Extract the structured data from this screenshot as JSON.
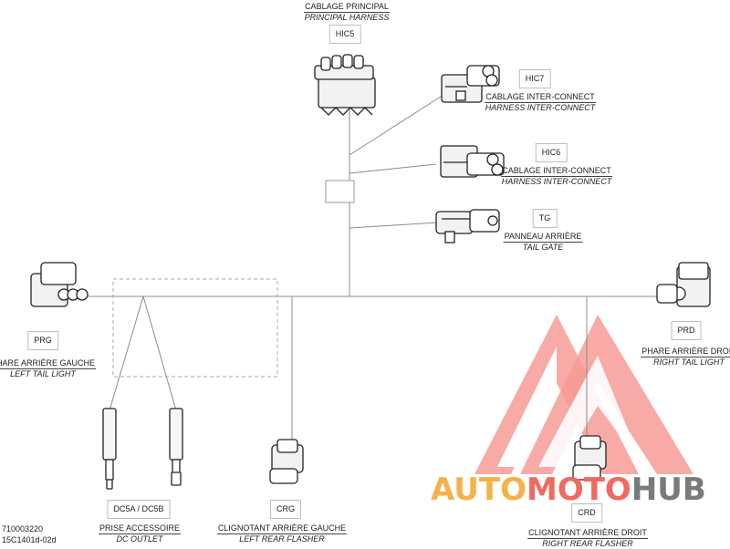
{
  "connectors": {
    "hic5": {
      "code": "HIC5",
      "fr": "CABLAGE PRINCIPAL",
      "en": "PRINCIPAL HARNESS"
    },
    "hic7": {
      "code": "HIC7",
      "fr": "CABLAGE INTER-CONNECT",
      "en": "HARNESS INTER-CONNECT"
    },
    "hic6": {
      "code": "HIC6",
      "fr": "CABLAGE INTER-CONNECT",
      "en": "HARNESS INTER-CONNECT"
    },
    "tg": {
      "code": "TG",
      "fr": "PANNEAU ARRIÈRE",
      "en": "TAIL GATE"
    },
    "prg": {
      "code": "PRG",
      "fr": "PHARE ARRIÈRE GAUCHE",
      "en": "LEFT TAIL LIGHT"
    },
    "prd": {
      "code": "PRD",
      "fr": "PHARE ARRIÈRE DROIT",
      "en": "RIGHT TAIL LIGHT"
    },
    "dc": {
      "code": "DC5A / DC5B",
      "fr": "PRISE ACCESSOIRE",
      "en": "DC OUTLET"
    },
    "crg": {
      "code": "CRG",
      "fr": "CLIGNOTANT ARRIÈRE GAUCHE",
      "en": "LEFT REAR FLASHER"
    },
    "crd": {
      "code": "CRD",
      "fr": "CLIGNOTANT ARRIÈRE DROIT",
      "en": "RIGHT REAR FLASHER"
    }
  },
  "part_number": {
    "line1": "710003220",
    "line2": "15C1401d-02d"
  },
  "watermark": {
    "parts": [
      "AUTO",
      "MOTO",
      "HUB"
    ],
    "colors": [
      "#f4b24a",
      "#ef6a5f",
      "#7a7a7a"
    ],
    "logo_color": "#ee3a2f"
  }
}
